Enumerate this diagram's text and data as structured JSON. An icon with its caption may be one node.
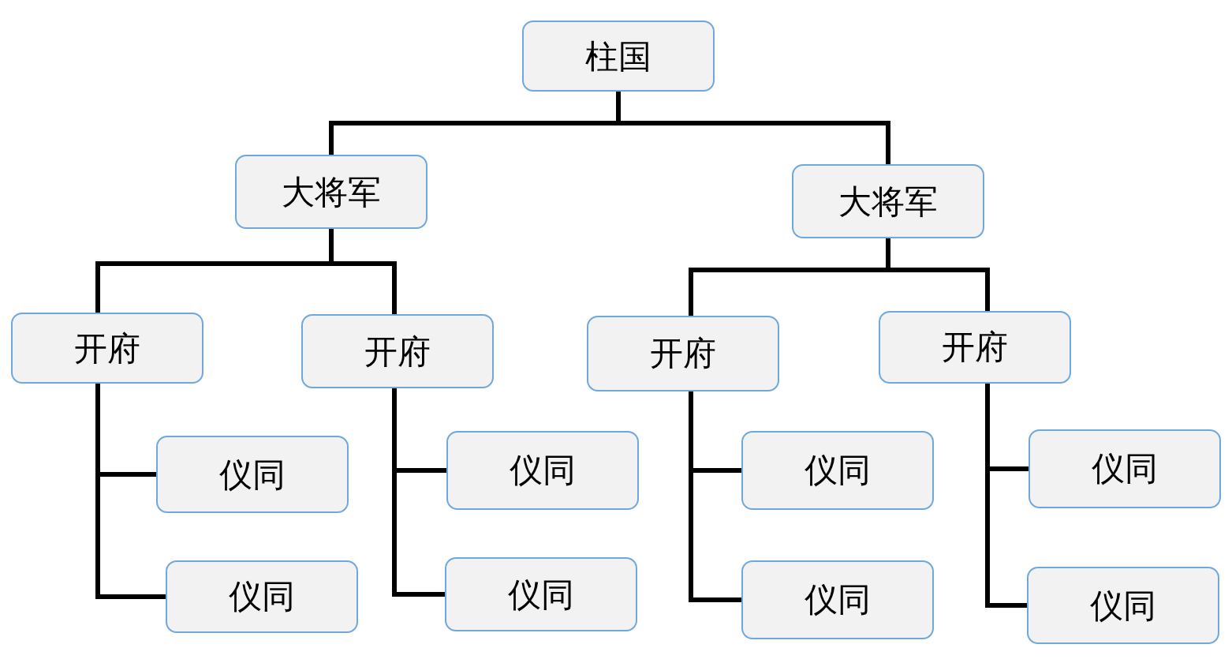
{
  "diagram": {
    "nodes": [
      {
        "text": [
          "柱国"
        ]
      },
      {
        "text": [
          "大将军"
        ]
      },
      {
        "text": [
          "大将军"
        ]
      },
      {
        "text": [
          "开府"
        ]
      },
      {
        "text": [
          "开府"
        ]
      },
      {
        "text": [
          "开府"
        ]
      },
      {
        "text": [
          "开府"
        ]
      },
      {
        "text": [
          "仪同"
        ]
      },
      {
        "text": [
          "仪同"
        ]
      },
      {
        "text": [
          "仪同"
        ]
      },
      {
        "text": [
          "仪同"
        ]
      },
      {
        "text": [
          "仪同"
        ]
      },
      {
        "text": [
          "仪同"
        ]
      },
      {
        "text": [
          "仪同"
        ]
      },
      {
        "text": [
          "仪同"
        ]
      }
    ],
    "edges": [
      {
        "from": 0,
        "to": 1,
        "arrow": "none"
      },
      {
        "from": 0,
        "to": 2,
        "arrow": "none"
      },
      {
        "from": 1,
        "to": 3,
        "arrow": "none"
      },
      {
        "from": 1,
        "to": 4,
        "arrow": "none"
      },
      {
        "from": 2,
        "to": 5,
        "arrow": "none"
      },
      {
        "from": 2,
        "to": 6,
        "arrow": "none"
      },
      {
        "from": 3,
        "to": 7,
        "arrow": "none"
      },
      {
        "from": 3,
        "to": 8,
        "arrow": "none"
      },
      {
        "from": 4,
        "to": 9,
        "arrow": "none"
      },
      {
        "from": 4,
        "to": 10,
        "arrow": "none"
      },
      {
        "from": 5,
        "to": 11,
        "arrow": "none"
      },
      {
        "from": 5,
        "to": 12,
        "arrow": "none"
      },
      {
        "from": 6,
        "to": 13,
        "arrow": "none"
      },
      {
        "from": 6,
        "to": 14,
        "arrow": "none"
      }
    ]
  }
}
